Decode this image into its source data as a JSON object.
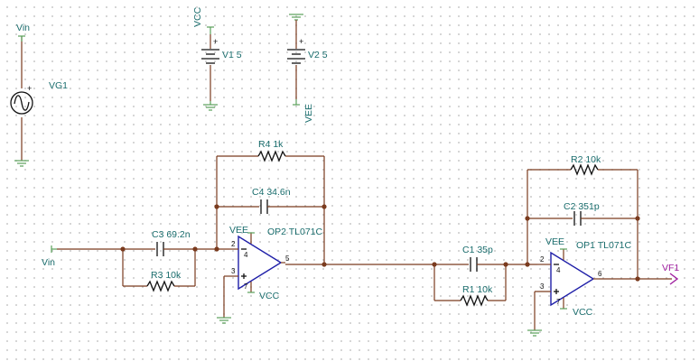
{
  "labels": {
    "vin_top": "Vin",
    "vg1": "VG1",
    "vcc_top": "VCC",
    "v1": "V1 5",
    "v2": "V2 5",
    "vee_bottom": "VEE",
    "vin_left": "Vin",
    "r4": "R4 1k",
    "c4": "C4 34.6n",
    "c3": "C3 69.2n",
    "r3": "R3 10k",
    "vee_op2": "VEE",
    "op2": "OP2 TL071C",
    "vcc_op2": "VCC",
    "r2": "R2 10k",
    "c2": "C2 351p",
    "c1": "C1 35p",
    "r1": "R1 10k",
    "vee_op1": "VEE",
    "op1": "OP1 TL071C",
    "vcc_op1": "VCC",
    "vf1": "VF1"
  },
  "pins": {
    "op2_minus": "2",
    "op2_plus": "3",
    "op2_out": "5",
    "op1_minus": "2",
    "op1_plus": "3",
    "op1_out": "6",
    "op_v_top": "4",
    "op_v_bottom": "7"
  },
  "signs": {
    "plus": "+",
    "minus": "−"
  }
}
